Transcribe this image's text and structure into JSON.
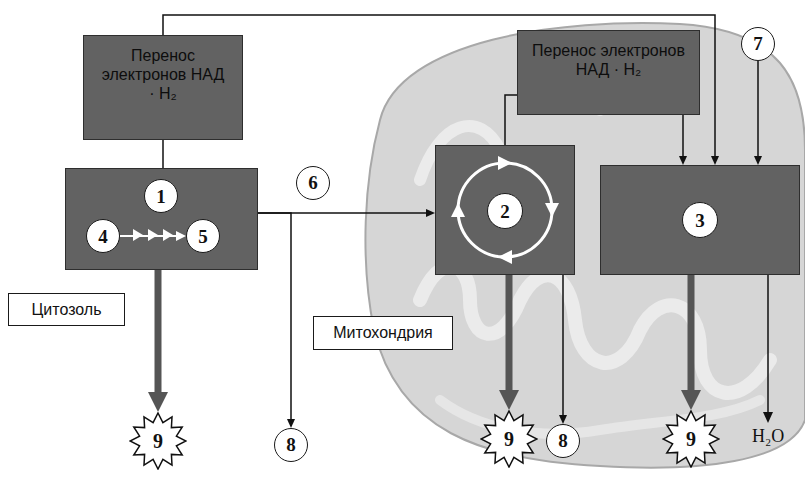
{
  "diagram": {
    "nodes": [
      {
        "text": [
          "Перенос электронов НАД · Н₂"
        ]
      },
      {
        "text": []
      },
      {
        "text": [
          "1"
        ],
        "in": 1
      },
      {
        "text": [
          "4"
        ],
        "in": 1
      },
      {
        "text": [
          "5"
        ],
        "in": 1
      },
      {
        "text": [
          "6"
        ]
      },
      {
        "text": [
          "Перенос электронов НАД · Н₂"
        ]
      },
      {
        "text": [
          "7"
        ]
      },
      {
        "text": []
      },
      {
        "text": [
          "2"
        ],
        "in": 8
      },
      {
        "text": []
      },
      {
        "text": [
          "3"
        ],
        "in": 10
      },
      {
        "text": [
          "Цитозоль"
        ]
      },
      {
        "text": [
          "Митохондрия"
        ]
      },
      {
        "text": [
          "9"
        ]
      },
      {
        "text": [
          "8"
        ]
      },
      {
        "text": [
          "9"
        ]
      },
      {
        "text": [
          "8"
        ]
      },
      {
        "text": [
          "9"
        ]
      }
    ],
    "edges": [
      {
        "from": 0,
        "to": 1,
        "arrow": "none"
      },
      {
        "from": 0,
        "to": 10,
        "arrow": "to"
      },
      {
        "from": 8,
        "to": 6,
        "arrow": "none"
      },
      {
        "from": 6,
        "to": 10,
        "arrow": "to"
      },
      {
        "from": 1,
        "to": 8,
        "arrow": "to"
      },
      {
        "from": 1,
        "to": 15,
        "arrow": "to"
      },
      {
        "from": 1,
        "to": 14,
        "arrow": "to"
      },
      {
        "from": 8,
        "to": 16,
        "arrow": "to"
      },
      {
        "from": 8,
        "to": 17,
        "arrow": "to"
      },
      {
        "from": 10,
        "to": 18,
        "arrow": "to"
      },
      {
        "from": 7,
        "to": 10,
        "arrow": "to"
      },
      {
        "from": 3,
        "to": 4,
        "arrow": "to"
      }
    ],
    "labels": [
      "H₂O"
    ]
  }
}
